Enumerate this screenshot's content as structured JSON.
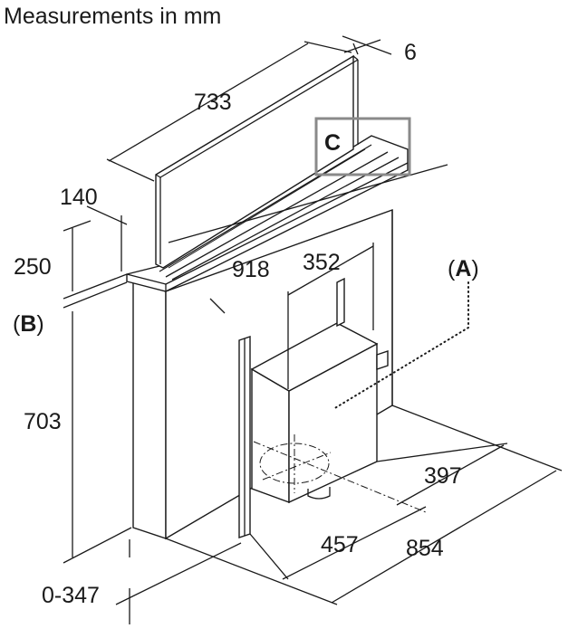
{
  "title": "Measurements in mm",
  "dimensions": {
    "depth_top": "6",
    "width_top": "733",
    "panel_depth": "140",
    "panel_height": "250",
    "body_height": "703",
    "bottom_offset": "0-347",
    "body_width": "918",
    "motor_width": "352",
    "motor_depth": "397",
    "motor_offset": "457",
    "total_depth": "854"
  },
  "labels": {
    "a_open": "(",
    "a_letter": "A",
    "a_close": ")",
    "b_open": "(",
    "b_letter": "B",
    "b_close": ")",
    "c_letter": "C"
  },
  "colors": {
    "line": "#1a1a1a",
    "highlight_box": "#8a8a8a",
    "background": "#ffffff"
  }
}
